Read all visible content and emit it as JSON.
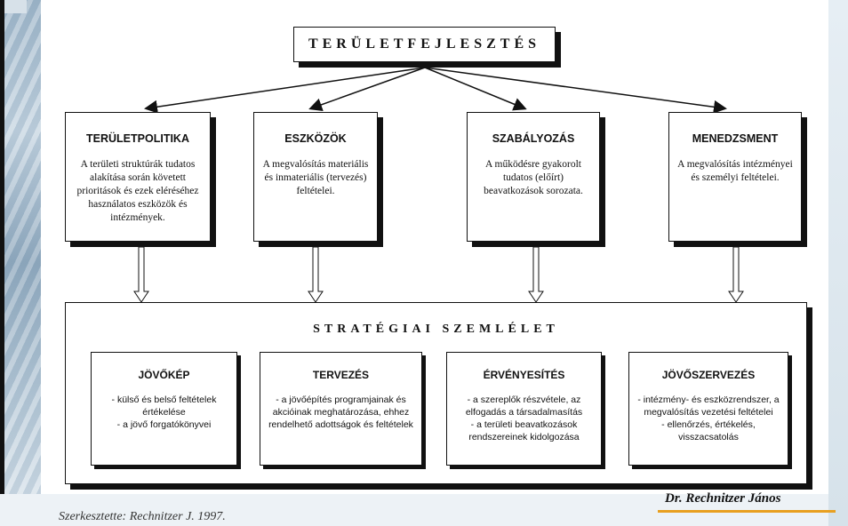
{
  "title": "TERÜLETFEJLESZTÉS",
  "columns": [
    {
      "heading": "TERÜLETPOLITIKA",
      "text": "A területi struktúrák tudatos alakítása során követett prioritások és ezek eléréséhez használatos eszközök és intézmények."
    },
    {
      "heading": "ESZKÖZÖK",
      "text": "A megvalósítás materiális és inmateriális (tervezés) feltételei."
    },
    {
      "heading": "SZABÁLYOZÁS",
      "text": "A működésre gyakorolt tudatos (előírt) beavatkozások sorozata."
    },
    {
      "heading": "MENEDZSMENT",
      "text": "A megvalósítás intézményei és személyi feltételei."
    }
  ],
  "strategy": {
    "title": "STRATÉGIAI SZEMLÉLET",
    "boxes": [
      {
        "heading": "JÖVŐKÉP",
        "lines": [
          "- külső és belső feltételek értékelése",
          "- a jövő forgatókönyvei"
        ]
      },
      {
        "heading": "TERVEZÉS",
        "lines": [
          "- a jövőépítés programjainak és akcióinak meghatározása, ehhez rendelhető adottságok és feltételek"
        ]
      },
      {
        "heading": "ÉRVÉNYESÍTÉS",
        "lines": [
          "- a szereplők részvétele, az elfogadás a társadalmasítás",
          "- a területi beavatkozások rendszereinek kidolgozása"
        ]
      },
      {
        "heading": "JÖVŐSZERVEZÉS",
        "lines": [
          "- intézmény- és eszközrendszer, a megvalósítás vezetési feltételei",
          "- ellenőrzés, értékelés, visszacsatolás"
        ]
      }
    ]
  },
  "author": "Dr. Rechnitzer János",
  "credit": "Szerkesztette: Rechnitzer J. 1997."
}
